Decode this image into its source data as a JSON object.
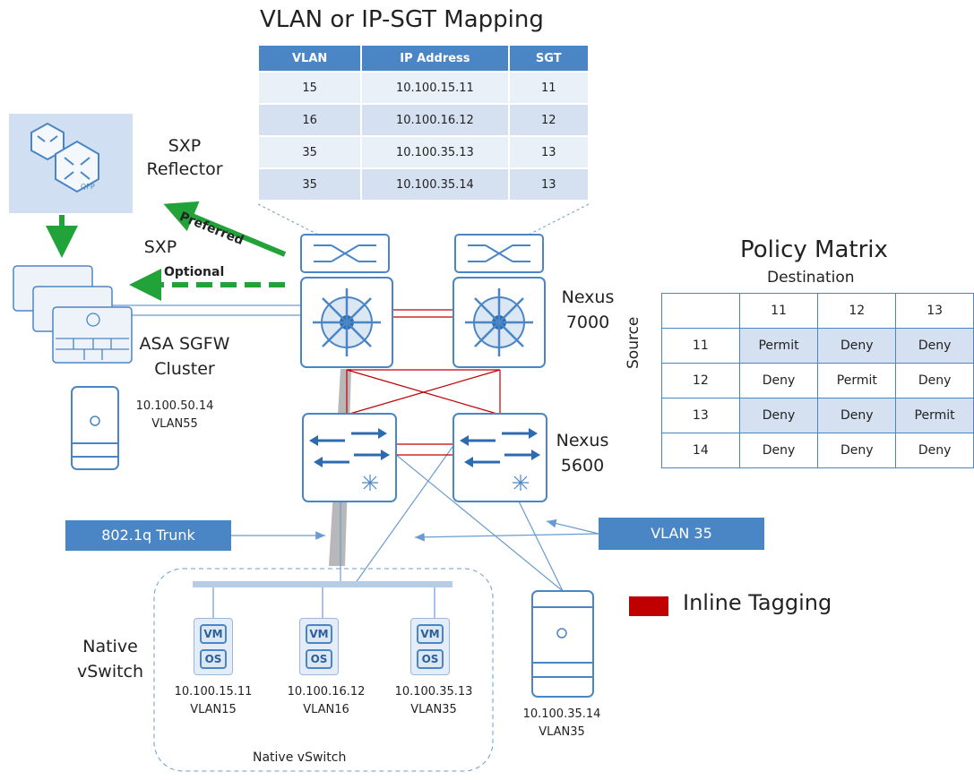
{
  "mapping": {
    "title": "VLAN or IP-SGT Mapping",
    "headers": [
      "VLAN",
      "IP Address",
      "SGT"
    ],
    "rows": [
      [
        "15",
        "10.100.15.11",
        "11"
      ],
      [
        "16",
        "10.100.16.12",
        "12"
      ],
      [
        "35",
        "10.100.35.13",
        "13"
      ],
      [
        "35",
        "10.100.35.14",
        "13"
      ]
    ]
  },
  "policy": {
    "title": "Policy Matrix",
    "destination_label": "Destination",
    "source_label": "Source",
    "col_headers": [
      "11",
      "12",
      "13"
    ],
    "rows": [
      {
        "src": "11",
        "values": [
          "Permit",
          "Deny",
          "Deny"
        ]
      },
      {
        "src": "12",
        "values": [
          "Deny",
          "Permit",
          "Deny"
        ]
      },
      {
        "src": "13",
        "values": [
          "Deny",
          "Deny",
          "Permit"
        ]
      },
      {
        "src": "14",
        "values": [
          "Deny",
          "Deny",
          "Deny"
        ]
      }
    ]
  },
  "labels": {
    "sxp_reflector_line1": "SXP",
    "sxp_reflector_line2": "Reflector",
    "sxp": "SXP",
    "preferred": "Preferred",
    "optional": "Optional",
    "asa_line1": "ASA SGFW",
    "asa_line2": "Cluster",
    "asa_server_ip": "10.100.50.14",
    "asa_server_vlan": "VLAN55",
    "nexus7000_line1": "Nexus",
    "nexus7000_line2": "7000",
    "nexus5600_line1": "Nexus",
    "nexus5600_line2": "5600",
    "trunk": "802.1q Trunk",
    "vlan35": "VLAN 35",
    "inline_tagging": "Inline Tagging",
    "native_vswitch_line1": "Native",
    "native_vswitch_line2": "vSwitch",
    "native_vswitch_bottom": "Native vSwitch",
    "vm_label": "VM",
    "os_label": "OS",
    "qfp_label": "QFP"
  },
  "vms": [
    {
      "ip": "10.100.15.11",
      "vlan": "VLAN15"
    },
    {
      "ip": "10.100.16.12",
      "vlan": "VLAN16"
    },
    {
      "ip": "10.100.35.13",
      "vlan": "VLAN35"
    }
  ],
  "server": {
    "ip": "10.100.35.14",
    "vlan": "VLAN35"
  },
  "colors": {
    "accent_blue": "#4a86c5",
    "sxp_green": "#22a33a",
    "inline_tagging_red": "#c00000",
    "trunk_gray": "#b8b8b8"
  }
}
